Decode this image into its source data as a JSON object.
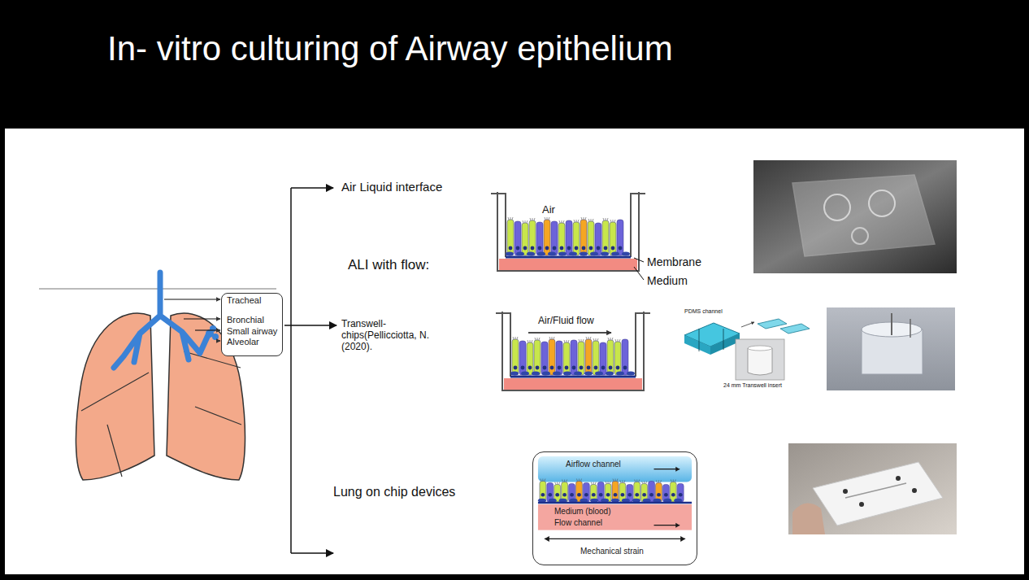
{
  "diagram": {
    "title": "In- vitro culturing of Airway epithelium",
    "nodes": [
      {
        "text": [
          "Tracheal",
          "Bronchial",
          "Small airway",
          "Alveolar"
        ]
      },
      {
        "text": [
          "Airflow channel",
          "Medium (blood)",
          "Flow channel",
          "Mechanical strain"
        ]
      }
    ],
    "labels": [
      "Air Liquid interface",
      "Air",
      "Membrane",
      "Medium",
      "ALI with flow:",
      "Transwell- chips(Pellicciotta, N. (2020).",
      "Air/Fluid flow",
      "PDMS channel",
      "24 mm Transwell insert",
      "Lung on chip devices"
    ]
  }
}
